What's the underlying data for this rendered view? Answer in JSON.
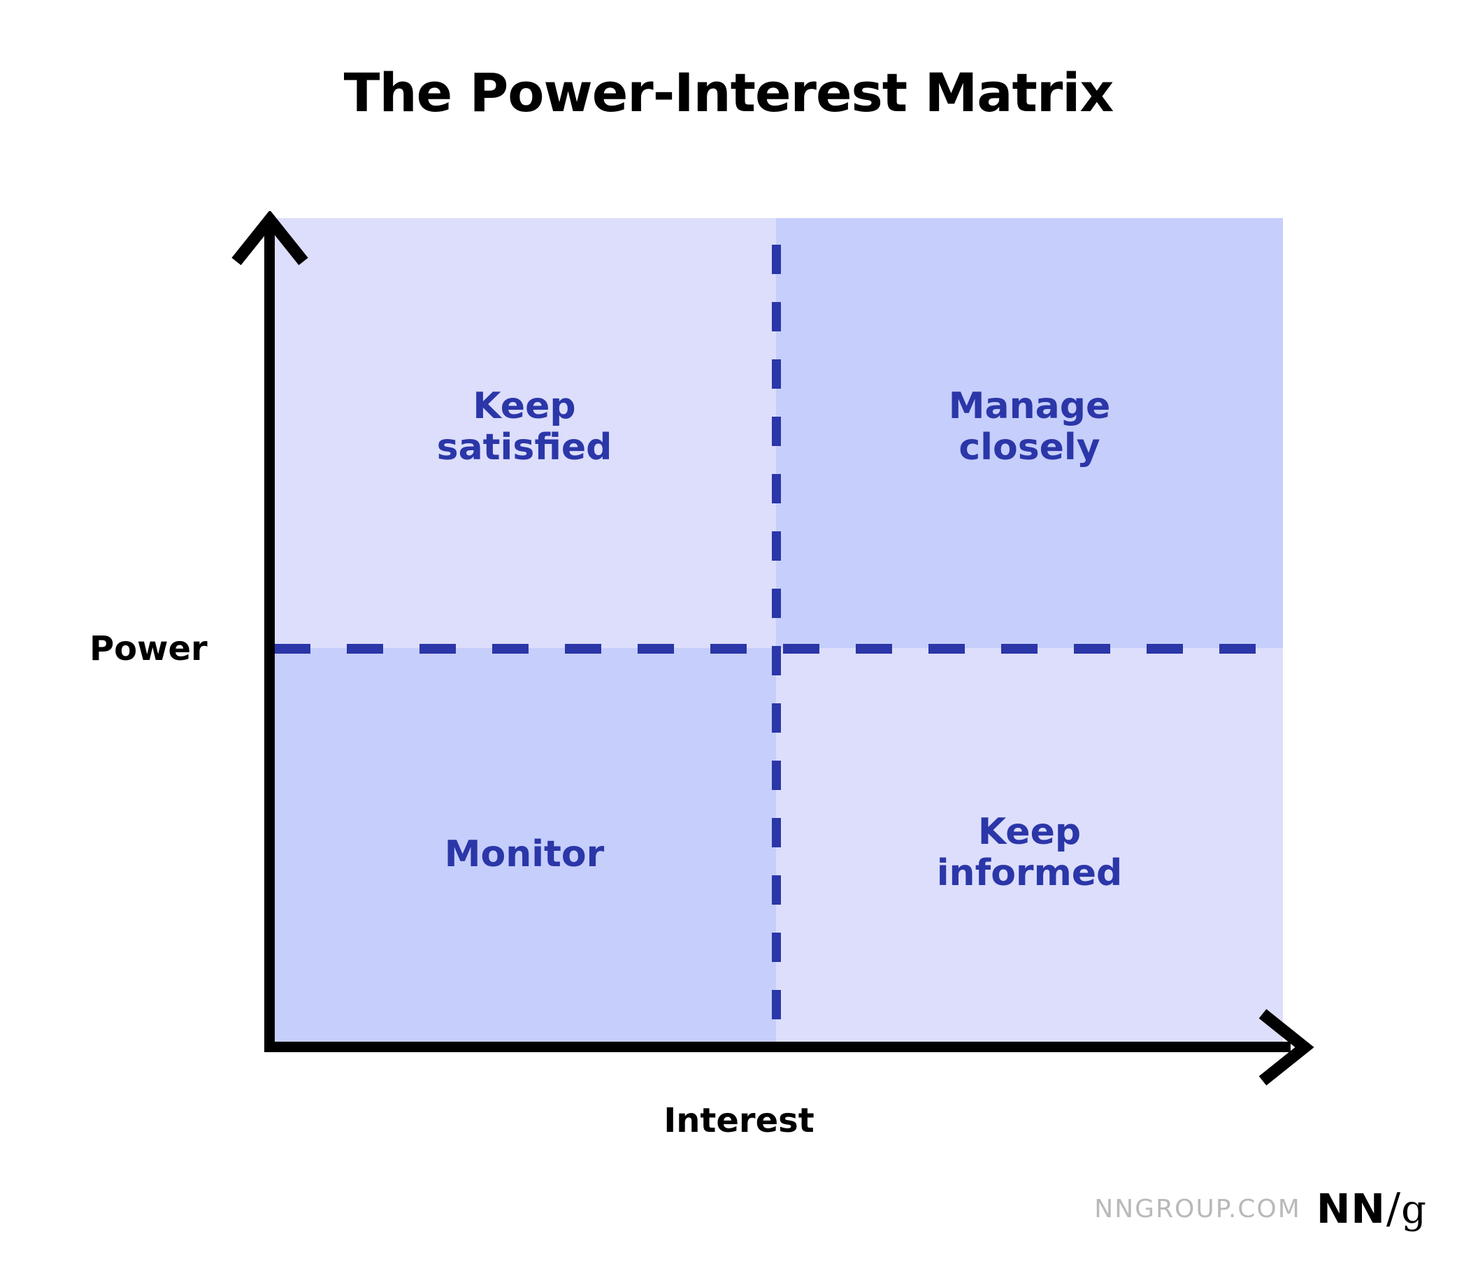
{
  "title": "The Power-Interest Matrix",
  "chart_data": {
    "type": "matrix",
    "title": "The Power-Interest Matrix",
    "xlabel": "Interest",
    "ylabel": "Power",
    "xlim": [
      "low",
      "high"
    ],
    "ylim": [
      "low",
      "high"
    ],
    "grid": false,
    "legend": "none",
    "quadrants": [
      {
        "id": "keep-satisfied",
        "label": "Keep\nsatisfied",
        "power": "high",
        "interest": "low",
        "position": "top-left",
        "fill": "#dcdefb",
        "text_color": "#2b36a8"
      },
      {
        "id": "manage-closely",
        "label": "Manage\nclosely",
        "power": "high",
        "interest": "high",
        "position": "top-right",
        "fill": "#c6cefb",
        "text_color": "#2b36a8"
      },
      {
        "id": "monitor",
        "label": "Monitor",
        "power": "low",
        "interest": "low",
        "position": "bottom-left",
        "fill": "#c6cefb",
        "text_color": "#2b36a8"
      },
      {
        "id": "keep-informed",
        "label": "Keep\ninformed",
        "power": "low",
        "interest": "high",
        "position": "bottom-right",
        "fill": "#dcdefb",
        "text_color": "#2b36a8"
      }
    ],
    "divider_color": "#2b36a8",
    "divider_style": "dashed",
    "axis_color": "#000000"
  },
  "axes": {
    "y_label": "Power",
    "x_label": "Interest"
  },
  "footer": {
    "domain": "NNGROUP.COM",
    "logo_nn": "NN",
    "logo_slash": "/",
    "logo_g": "g"
  },
  "colors": {
    "quadrant_light": "#dcdefb",
    "quadrant_dark": "#c6cefb",
    "accent_blue": "#2b36a8",
    "axis_black": "#000000",
    "footer_gray": "#b9b9b9",
    "background": "#ffffff"
  }
}
